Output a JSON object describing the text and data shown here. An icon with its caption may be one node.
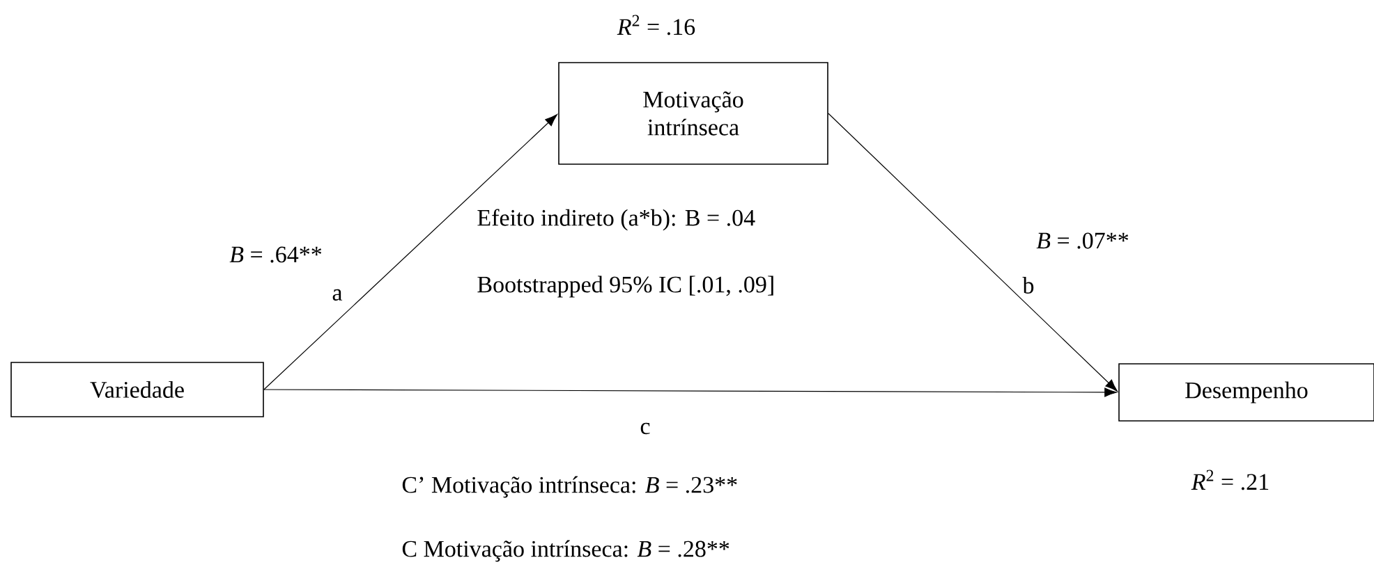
{
  "diagram": {
    "nodes": [
      {
        "text": [
          "Motivação intrínseca"
        ],
        "beside": [
          "*R*$^{2}$ = .16"
        ]
      },
      {
        "text": [
          "Variedade"
        ]
      },
      {
        "text": [
          "Desempenho"
        ],
        "beside": [
          "*R*$^{2}$ = .21"
        ]
      }
    ],
    "edges": [
      {
        "from": 1,
        "to": 0,
        "arrow": "to",
        "label": "a"
      },
      {
        "from": 0,
        "to": 2,
        "arrow": "to",
        "label": "b"
      },
      {
        "from": 1,
        "to": 2,
        "arrow": "to",
        "label": "c"
      }
    ],
    "labels": [
      "*B* = .64**",
      "Efeito indireto (a*b): B = .04",
      "*B* = .07**",
      "Bootstrapped 95% IC [.01, .09]",
      "C’ Motivação intrínseca: *B* = .23**",
      "C Motivação intrínseca: *B* = .28**"
    ]
  }
}
